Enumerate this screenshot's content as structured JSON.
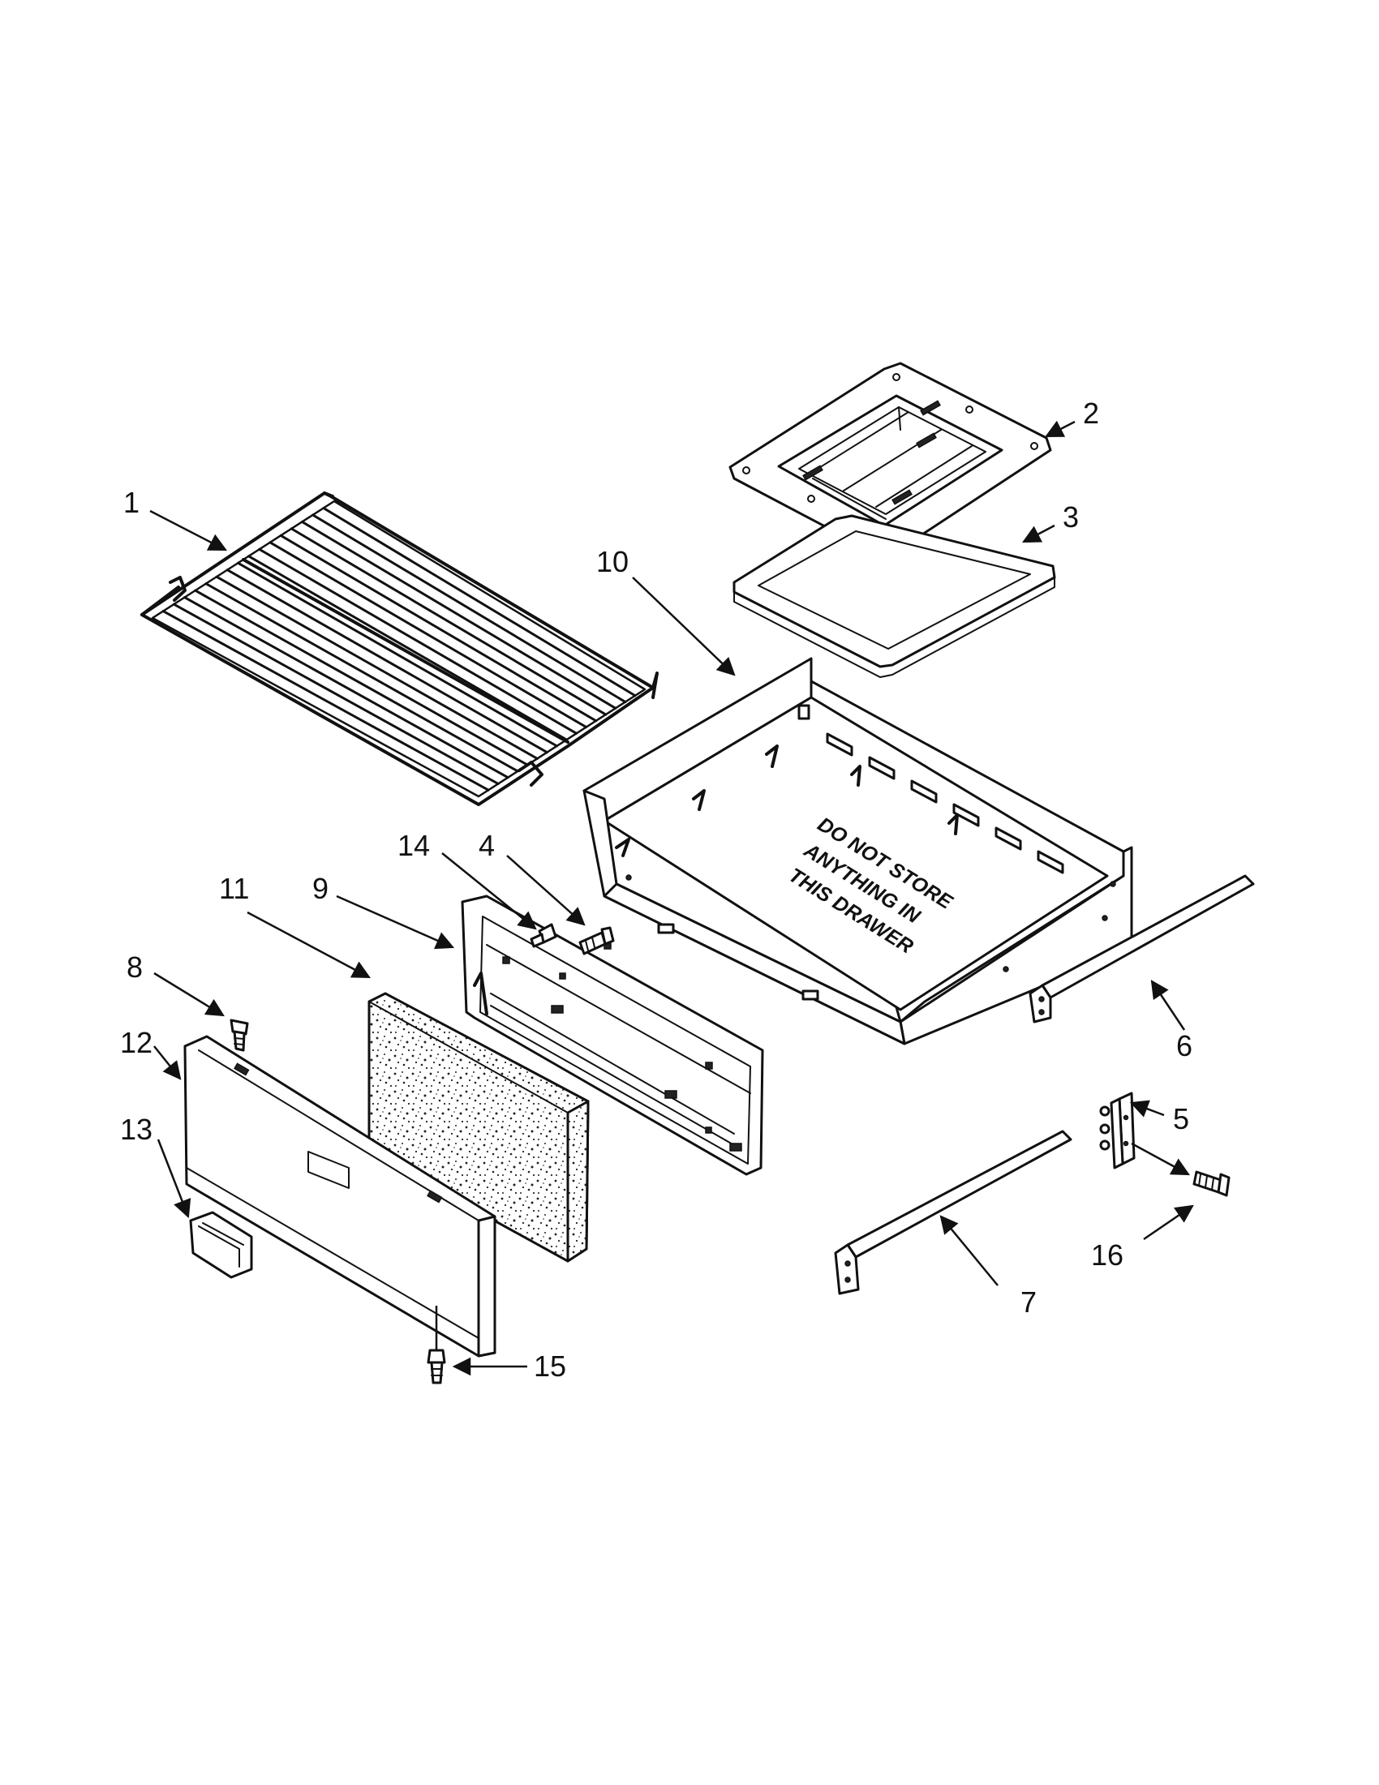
{
  "callouts": {
    "c1": "1",
    "c2": "2",
    "c3": "3",
    "c4": "4",
    "c5": "5",
    "c6": "6",
    "c7": "7",
    "c8": "8",
    "c9": "9",
    "c10": "10",
    "c11": "11",
    "c12": "12",
    "c13": "13",
    "c14": "14",
    "c15": "15",
    "c16": "16"
  },
  "warning_label": {
    "line1": "DO NOT STORE",
    "line2": "ANYTHING IN",
    "line3": "THIS DRAWER"
  }
}
